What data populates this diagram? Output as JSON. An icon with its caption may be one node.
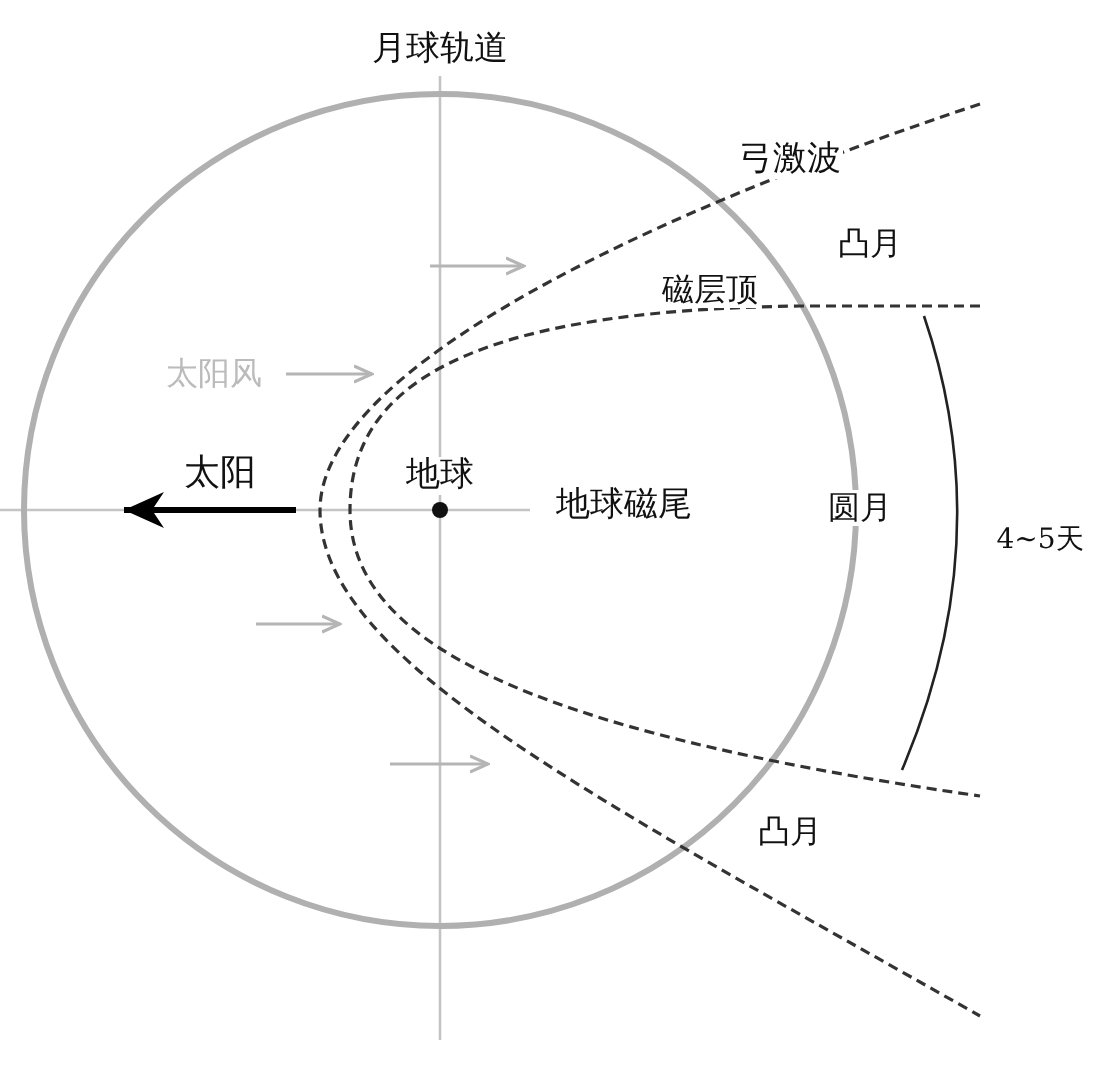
{
  "diagram": {
    "labels": [
      "月球轨道",
      "弓激波",
      "凸月",
      "磁层顶",
      "太阳风",
      "太阳",
      "地球",
      "地球磁尾",
      "圆月",
      "4~5天",
      "凸月"
    ]
  }
}
